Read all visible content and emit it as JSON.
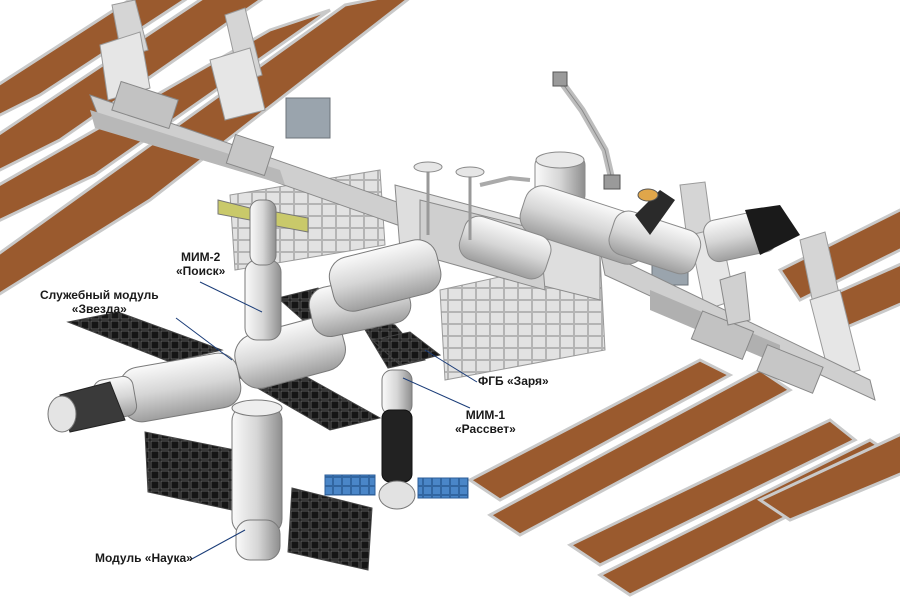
{
  "labels": {
    "mim2": {
      "line1": "МИМ-2",
      "line2": "«Поиск»"
    },
    "zvezda": {
      "line1": "Служебный модуль",
      "line2": "«Звезда»"
    },
    "mim1": {
      "line1": "МИМ-1",
      "line2": "«Рассвет»"
    },
    "zarya": {
      "line1": "ФГБ «Заря»"
    },
    "nauka": {
      "line1": "Модуль «Наука»"
    }
  },
  "colors": {
    "solar_array": "#9a5a2e",
    "solar_array_edge": "#c9c9c9",
    "russian_panel": "#151515",
    "truss_panel": "#dcdcdc",
    "module_body": "#e4e4e4",
    "blue_panel": "#4a86c8",
    "leader_line": "#1a3c78"
  }
}
